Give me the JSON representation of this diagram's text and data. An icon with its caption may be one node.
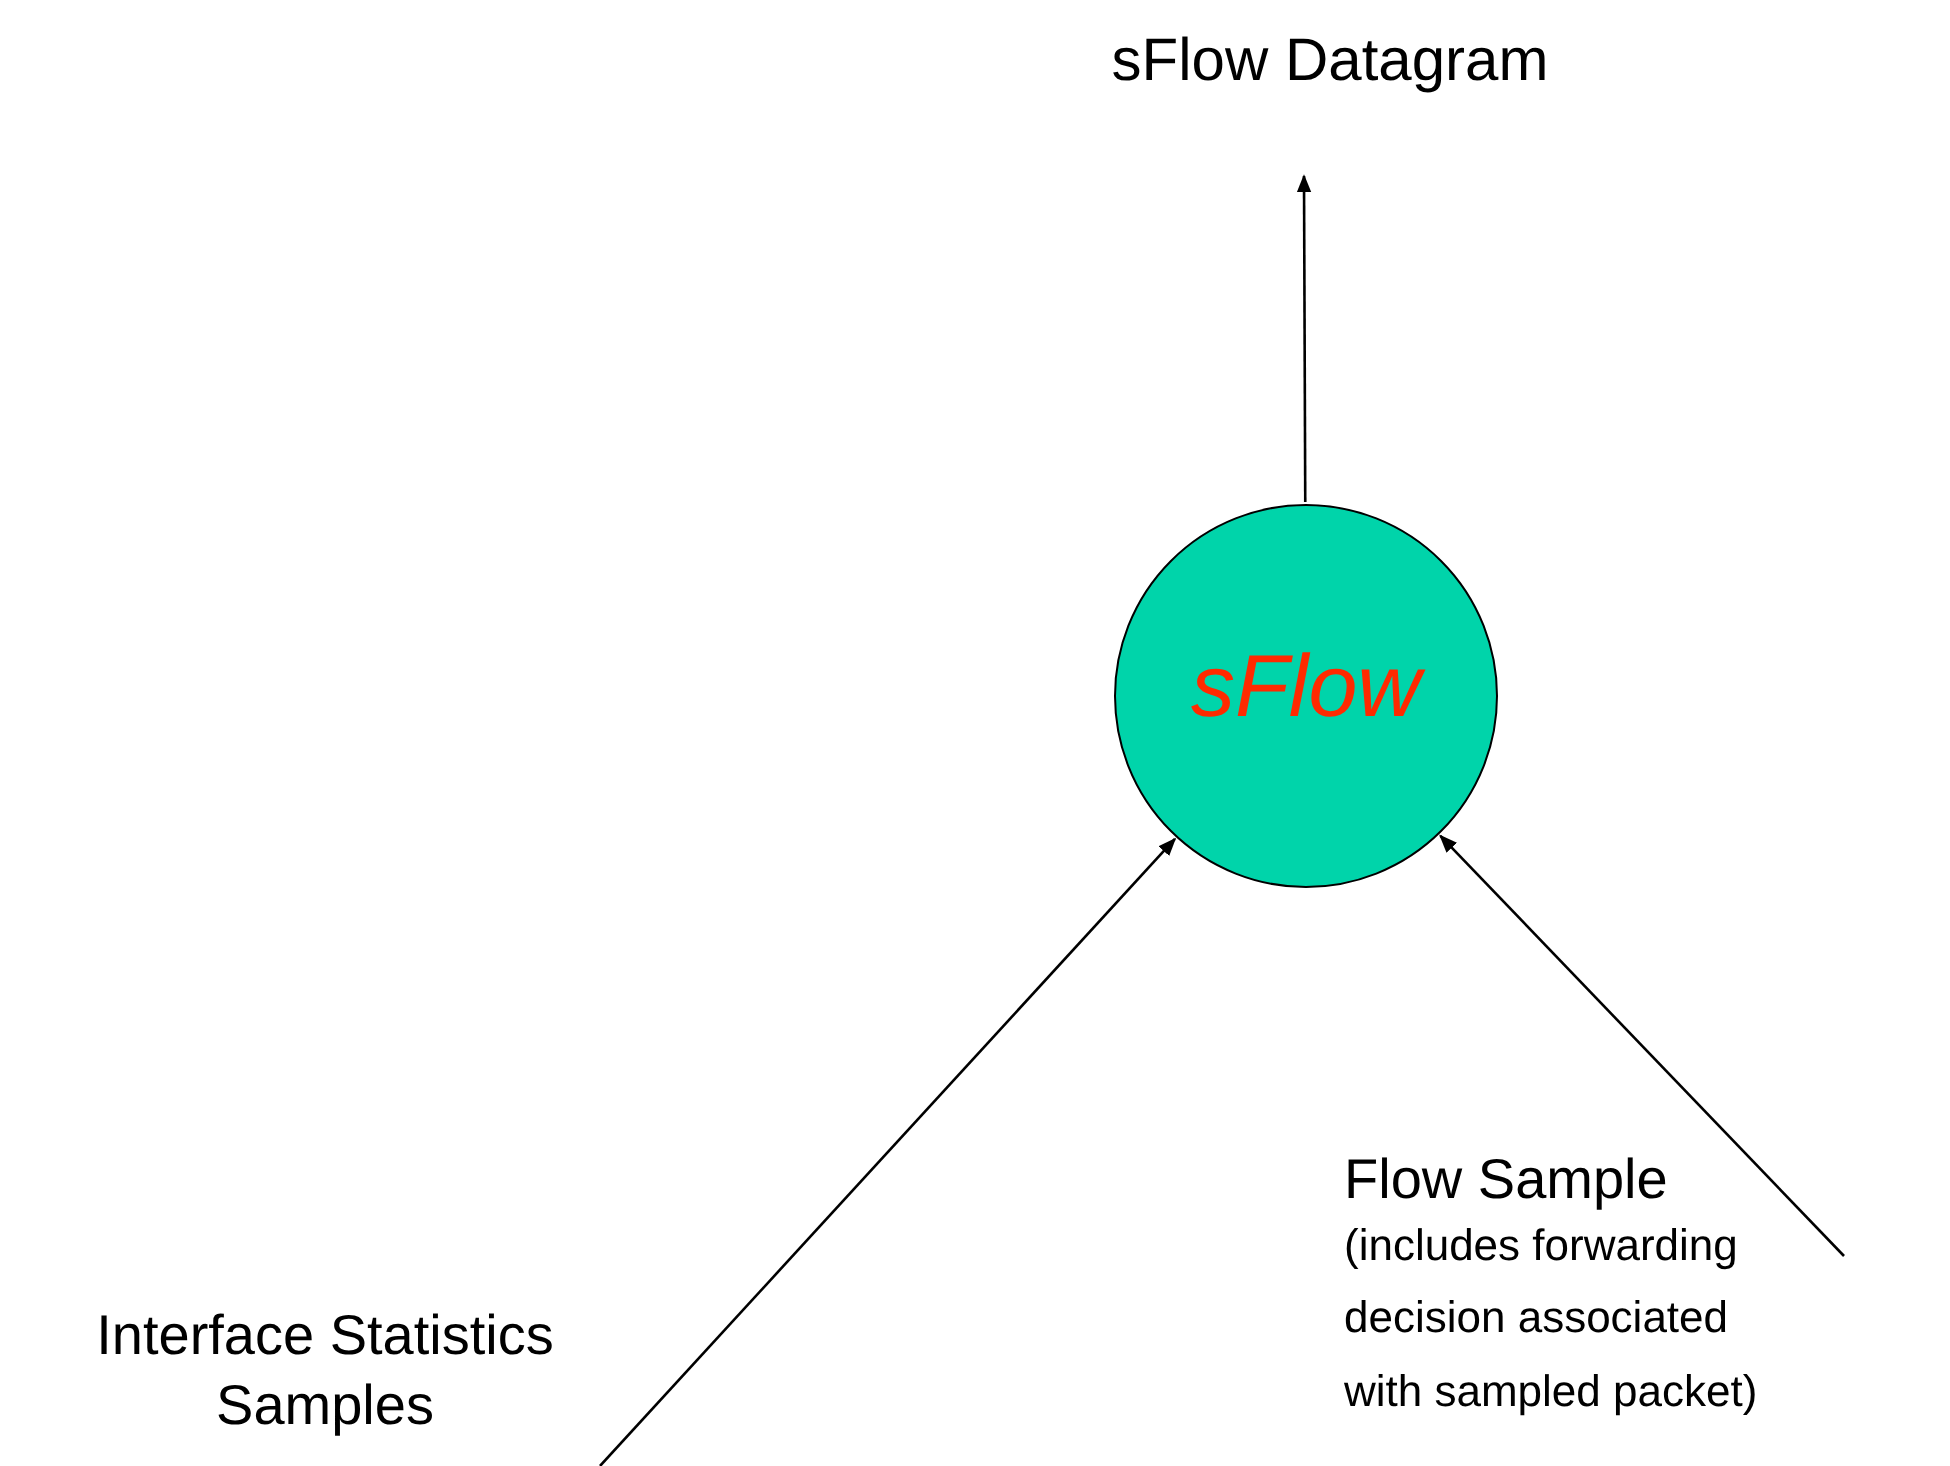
{
  "diagram": {
    "nodes": [
      {
        "text": [
          "sFlow Datagram"
        ]
      },
      {
        "text": [
          "sFlow"
        ]
      },
      {
        "text": [
          "Interface Statistics Samples"
        ]
      },
      {
        "text": [
          "Flow Sample",
          "(includes forwarding decision associated with sampled packet)"
        ]
      }
    ],
    "edges": [
      {
        "from": 1,
        "to": 0,
        "arrow": "to"
      },
      {
        "from": 2,
        "to": 1,
        "arrow": "to"
      },
      {
        "from": 3,
        "to": 1,
        "arrow": "to"
      }
    ]
  }
}
